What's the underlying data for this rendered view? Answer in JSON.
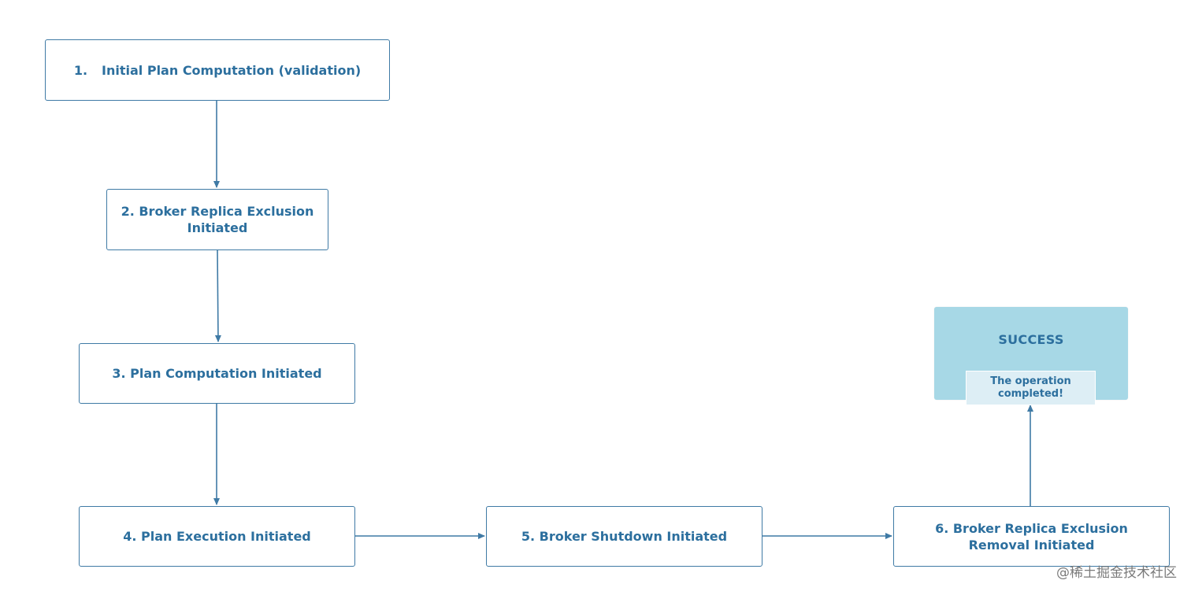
{
  "steps": [
    {
      "num": "1.",
      "label": "Initial Plan Computation (validation)"
    },
    {
      "line1": "2. Broker Replica Exclusion",
      "line2": "Initiated"
    },
    {
      "label": "3. Plan Computation Initiated"
    },
    {
      "label": "4. Plan Execution Initiated"
    },
    {
      "label": "5. Broker Shutdown Initiated"
    },
    {
      "line1": "6. Broker Replica Exclusion",
      "line2": "Removal Initiated"
    }
  ],
  "success": {
    "title": "SUCCESS",
    "note_line1": "The operation",
    "note_line2": "completed!"
  },
  "watermark": "@稀土掘金技术社区",
  "colors": {
    "border": "#3f7aa5",
    "text": "#2c6f9e",
    "success_bg": "#a7d8e6",
    "success_note_bg": "#ddeef5"
  }
}
